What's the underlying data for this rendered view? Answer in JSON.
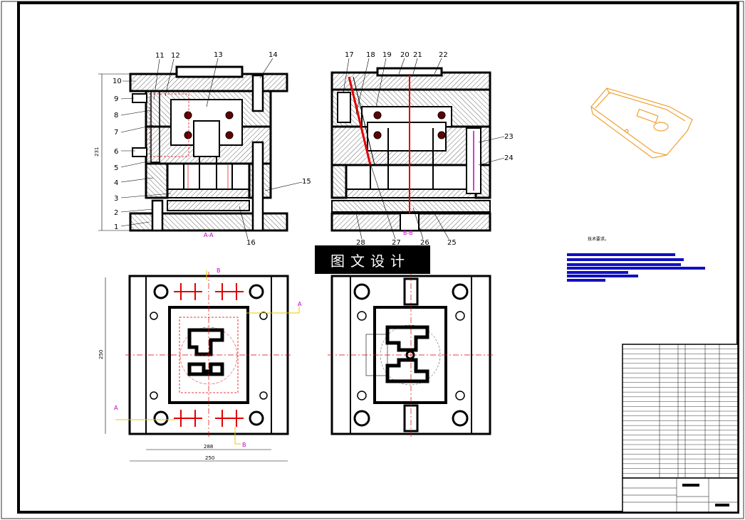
{
  "drawing": {
    "part_labels": [
      "1",
      "2",
      "3",
      "4",
      "5",
      "6",
      "7",
      "8",
      "9",
      "10",
      "11",
      "12",
      "13",
      "14",
      "15",
      "16",
      "17",
      "18",
      "19",
      "20",
      "21",
      "22",
      "23",
      "24",
      "25",
      "26",
      "27",
      "28"
    ],
    "section_aa": "A-A",
    "section_bb": "B-B",
    "section_letter_a": "A",
    "section_letter_b": "B",
    "dim_height": "231",
    "dim_width_inner": "288",
    "dim_width_outer": "250",
    "dim_plan_height": "250",
    "tech_req_title": "技术要求。",
    "banner": "图文设计"
  },
  "colors": {
    "line": "#000000",
    "red": "#e00000",
    "magenta": "#c000c0",
    "yellow": "#e8c800",
    "part": "#f0a030",
    "note_blue": "#1010c0"
  }
}
